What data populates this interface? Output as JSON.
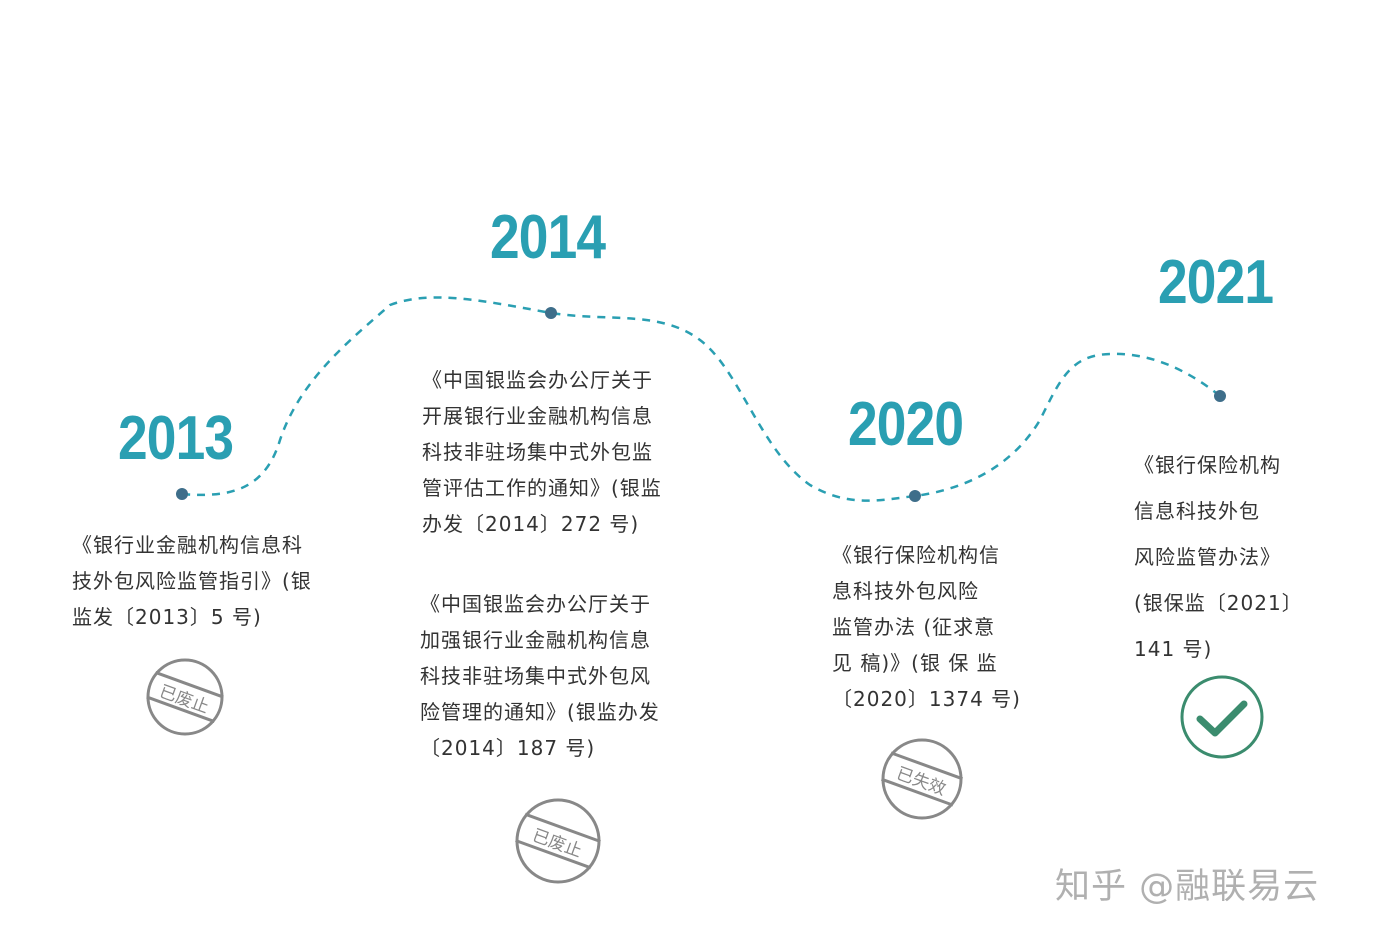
{
  "colors": {
    "accent": "#2a9fb2",
    "dot": "#3e6e8a",
    "stamp": "#888888",
    "check": "#3b8c6e",
    "text": "#333333"
  },
  "milestones": [
    {
      "year": "2013",
      "docs": [
        [
          "《银行业金融机构信息科",
          "技外包风险监管指引》(银",
          "监发〔2013〕5 号)"
        ]
      ],
      "stamps": [
        "已废止"
      ]
    },
    {
      "year": "2014",
      "docs": [
        [
          "《中国银监会办公厅关于",
          "开展银行业金融机构信息",
          "科技非驻场集中式外包监",
          "管评估工作的通知》(银监",
          "办发〔2014〕272 号)"
        ],
        [
          "《中国银监会办公厅关于",
          "加强银行业金融机构信息",
          "科技非驻场集中式外包风",
          "险管理的通知》(银监办发",
          "〔2014〕187 号)"
        ]
      ],
      "stamps": [
        "已废止"
      ]
    },
    {
      "year": "2020",
      "docs": [
        [
          "《银行保险机构信",
          "息科技外包风险",
          "监管办法 (征求意",
          "见 稿)》(银 保 监",
          "〔2020〕1374 号)"
        ]
      ],
      "stamps": [
        "已失效"
      ]
    },
    {
      "year": "2021",
      "docs": [
        [
          "《银行保险机构",
          "信息科技外包",
          "风险监管办法》",
          "(银保监〔2021〕",
          "141 号)"
        ]
      ],
      "status_icon": "check-icon"
    }
  ],
  "watermark": "知乎 @融联易云"
}
